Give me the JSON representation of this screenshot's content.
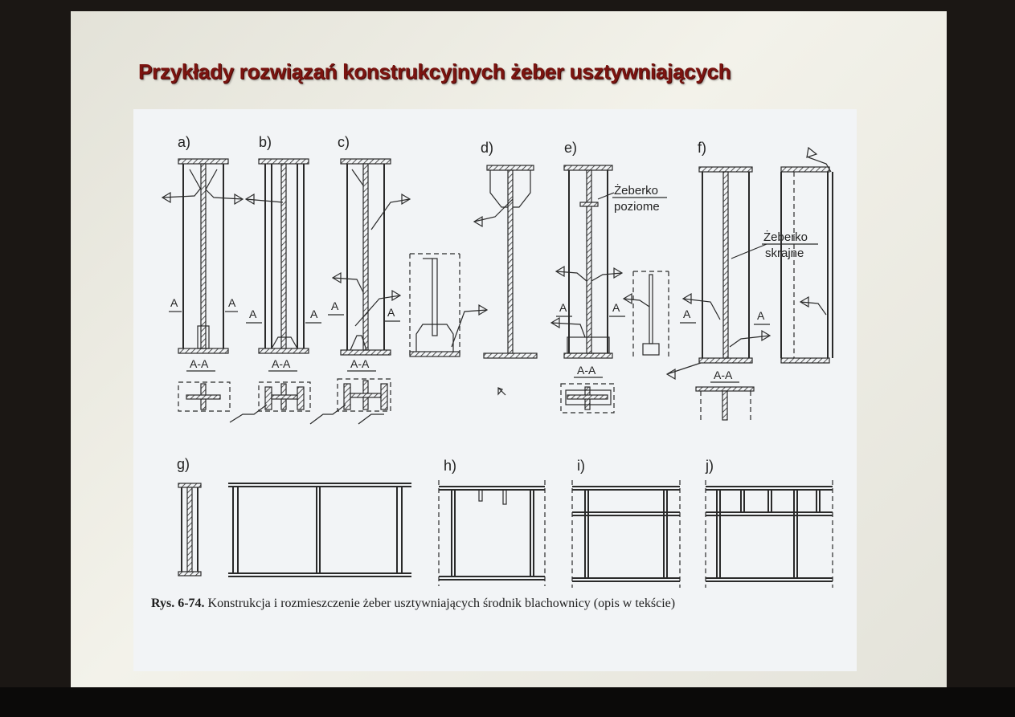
{
  "slide": {
    "title": "Przykłady rozwiązań konstrukcyjnych żeber usztywniających"
  },
  "figure": {
    "labels": {
      "a": "a)",
      "b": "b)",
      "c": "c)",
      "d": "d)",
      "e": "e)",
      "f": "f)",
      "g": "g)",
      "h": "h)",
      "i": "i)",
      "j": "j)"
    },
    "section_mark": "A",
    "section_label": "A-A",
    "notes": {
      "zeberko": "Żeberko",
      "poziome": "poziome",
      "skrajne": "skrajne"
    },
    "caption_ref": "Rys. 6-74.",
    "caption_text": "Konstrukcja i rozmieszczenie żeber usztywniających środnik blachownicy (opis w tekście)"
  },
  "colors": {
    "title": "#7b1410",
    "screen": "#eeede5",
    "panel": "#f2f4f6",
    "ink": "#2a2a2a"
  }
}
